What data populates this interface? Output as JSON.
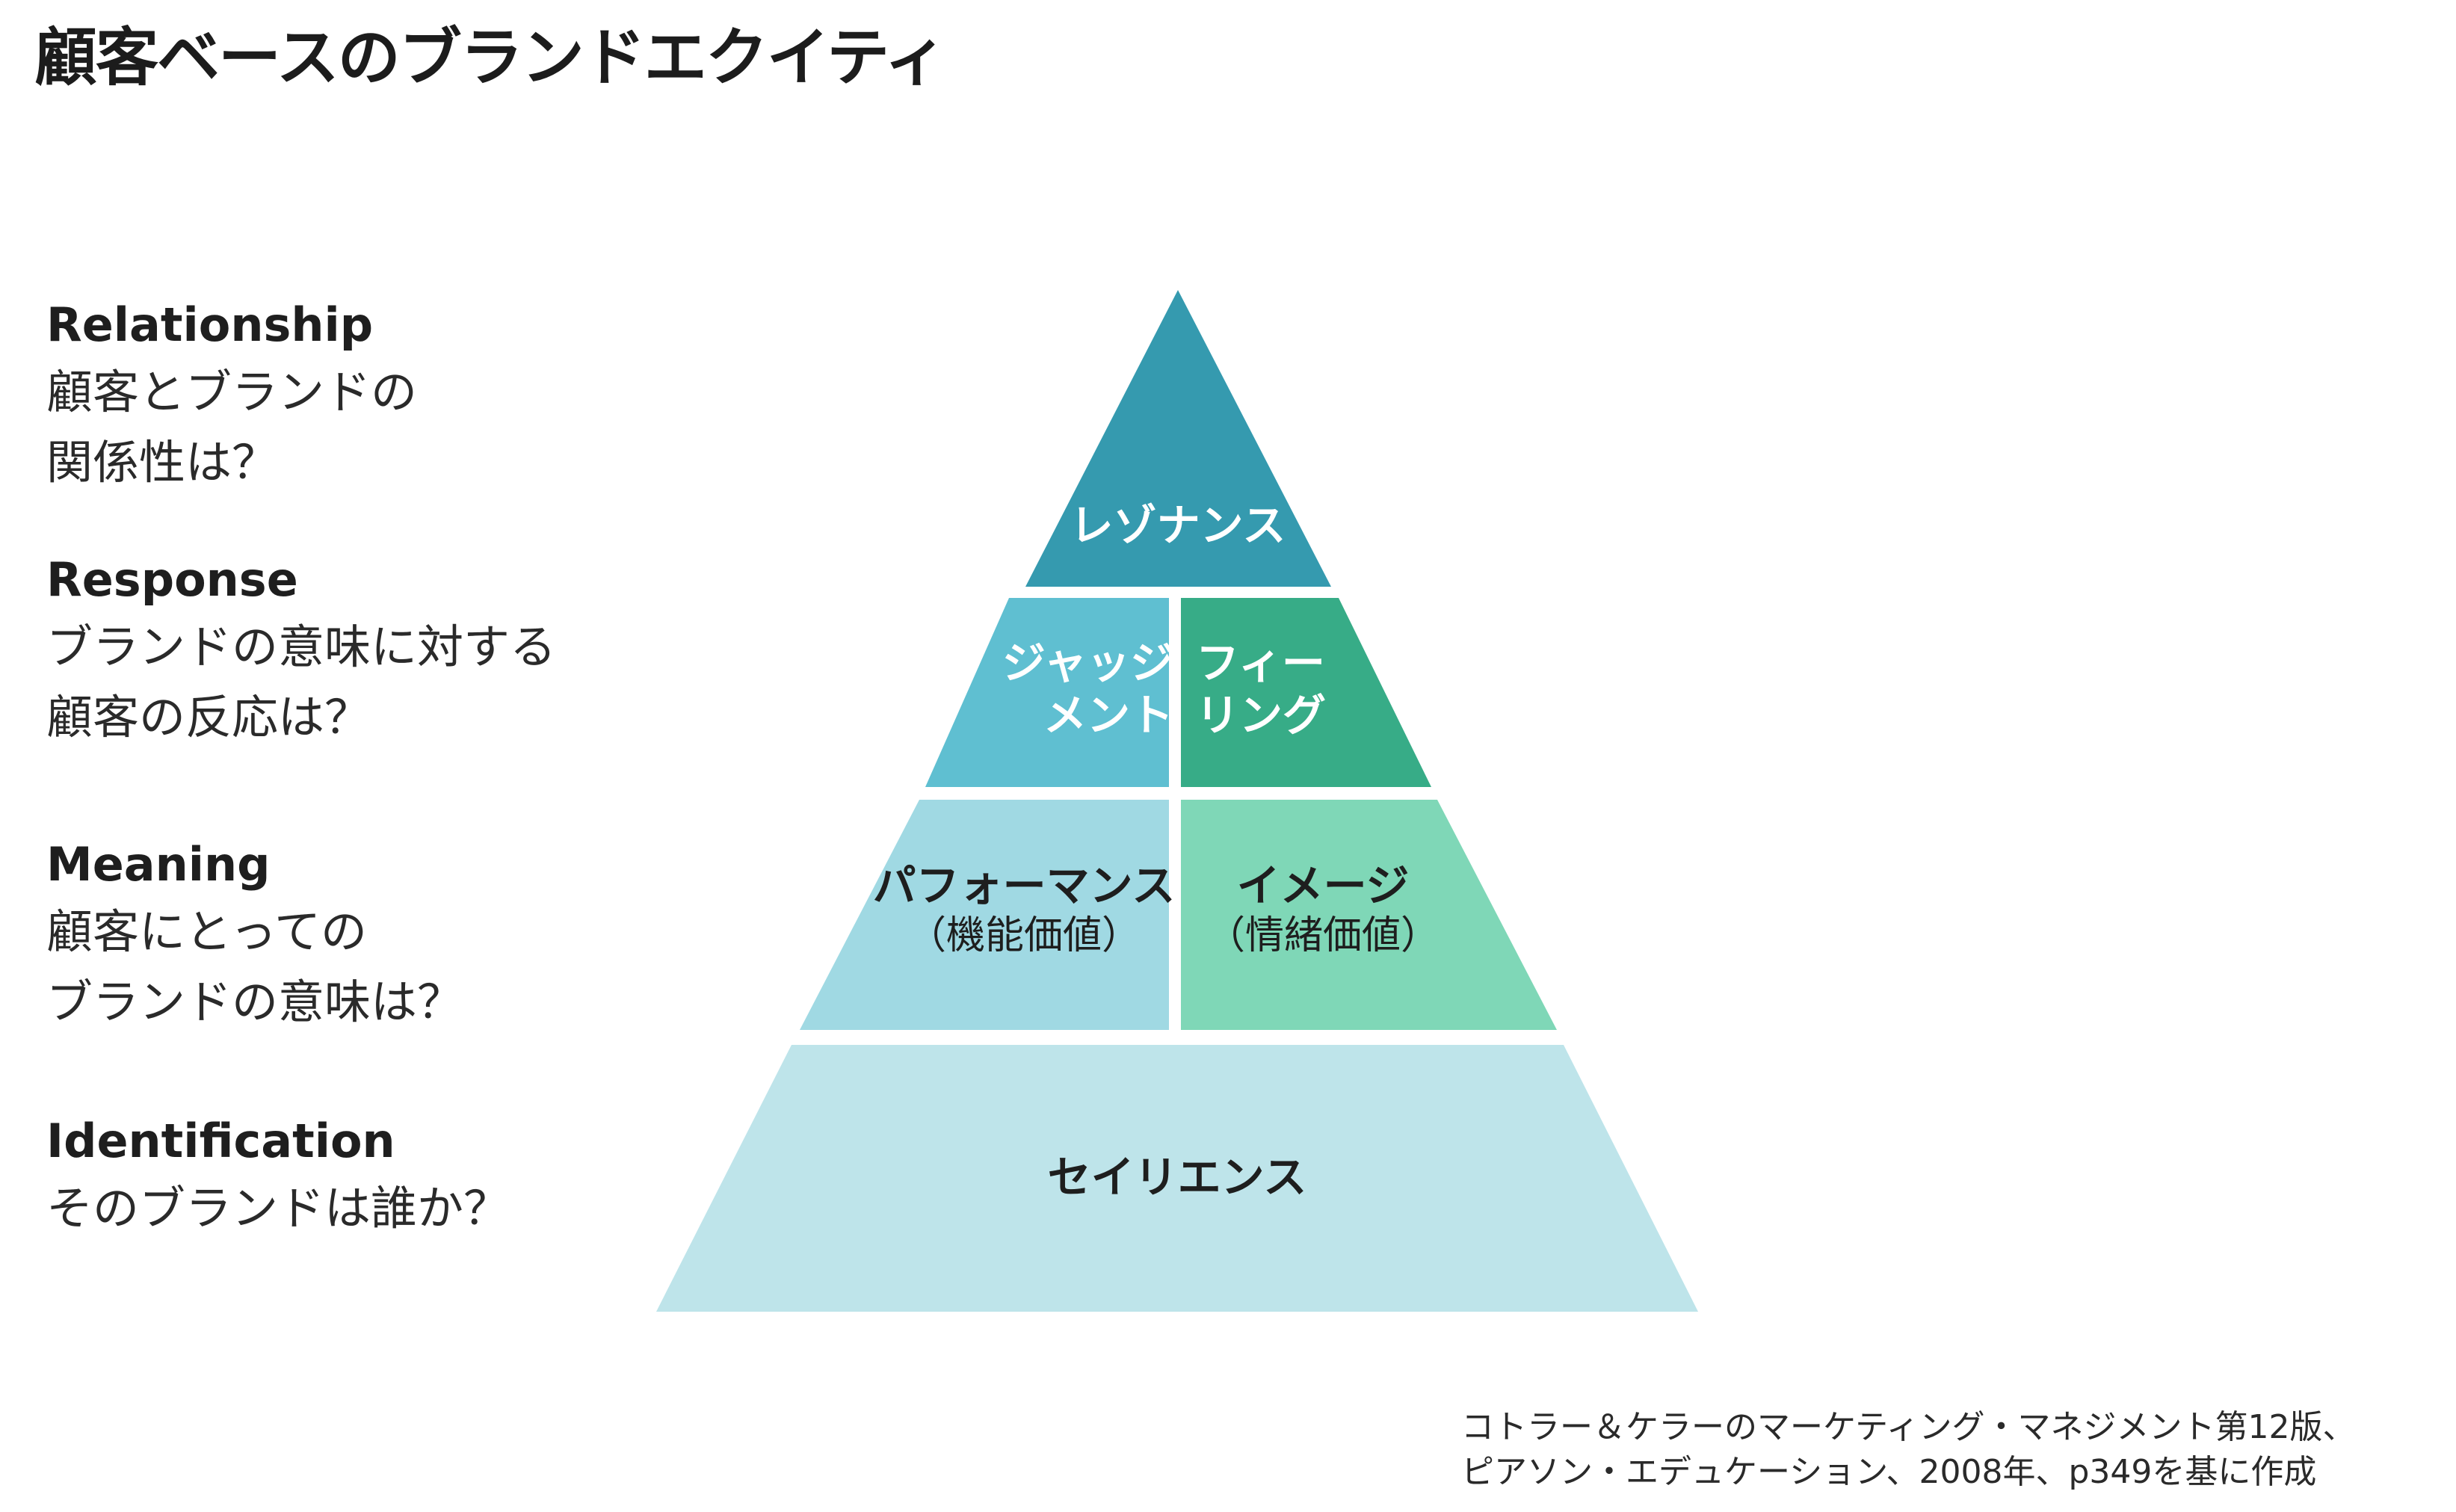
{
  "title": "顧客ベースのブランドエクイティ",
  "levels": [
    {
      "en": "Relationship",
      "jp_line1": "顧客とブランドの",
      "jp_line2": "関係性は？"
    },
    {
      "en": "Response",
      "jp_line1": "ブランドの意味に対する",
      "jp_line2": "顧客の反応は？"
    },
    {
      "en": "Meaning",
      "jp_line1": "顧客にとっての",
      "jp_line2": "ブランドの意味は？"
    },
    {
      "en": "Identification",
      "jp_line1": "そのブランドは誰か？"
    }
  ],
  "pyramid": {
    "resonance": {
      "label": "レゾナンス",
      "color": "#359aaf"
    },
    "judgments": {
      "label_line1": "ジャッジ",
      "label_line2": "メント",
      "color": "#5fbfd1"
    },
    "feelings": {
      "label_line1": "フィー",
      "label_line2": "リング",
      "color": "#37ac87"
    },
    "performance": {
      "label": "パフォーマンス",
      "sub": "（機能価値）",
      "color": "#a0d9e3"
    },
    "imagery": {
      "label": "イメージ",
      "sub": "（情緒価値）",
      "color": "#7fd7b7"
    },
    "salience": {
      "label": "セイリエンス",
      "color": "#bee4ea"
    }
  },
  "source": {
    "line1": "コトラー＆ケラーのマーケティング・マネジメント第12版、",
    "line2": "ピアソン・エデュケーション、2008年、p349を基に作成"
  }
}
